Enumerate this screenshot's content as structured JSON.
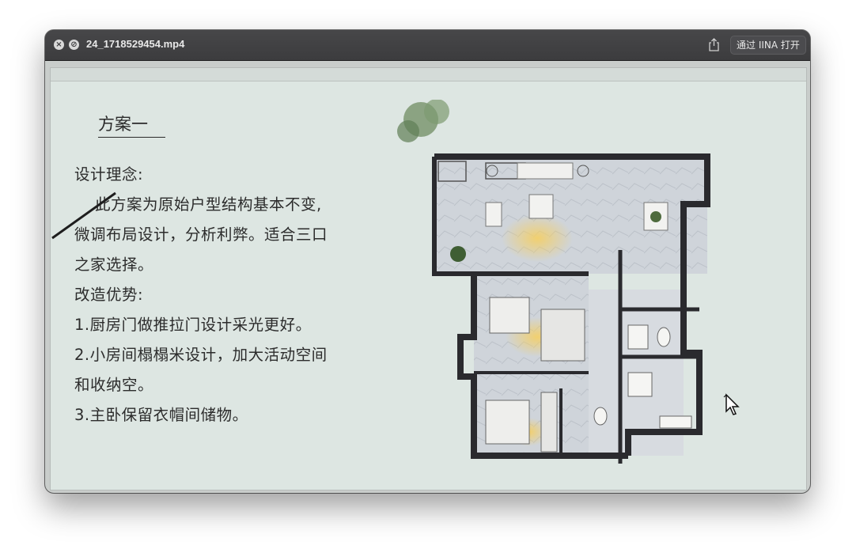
{
  "window": {
    "title": "24_1718529454.mp4",
    "open_with_label": "通过 IINA 打开",
    "controls": [
      "close-icon",
      "disable-icon"
    ],
    "share_icon": "share-icon"
  },
  "slide": {
    "heading": "方案一",
    "lines": [
      "设计理念:",
      "此方案为原始户型结构基本不变,",
      "微调布局设计，分析利弊。适合三口",
      "之家选择。",
      "改造优势:",
      "1.厨房门做推拉门设计采光更好。",
      "2.小房间榻榻米设计，加大活动空间",
      "和收纳空。",
      "3.主卧保留衣帽间储物。"
    ]
  },
  "colors": {
    "slide_bg": "#dde6e2",
    "wall": "#2a2a2e",
    "floor_marble": "#cdd2d8",
    "light_glow": "#f3c75a",
    "titlebar": "#3c3c3e"
  }
}
